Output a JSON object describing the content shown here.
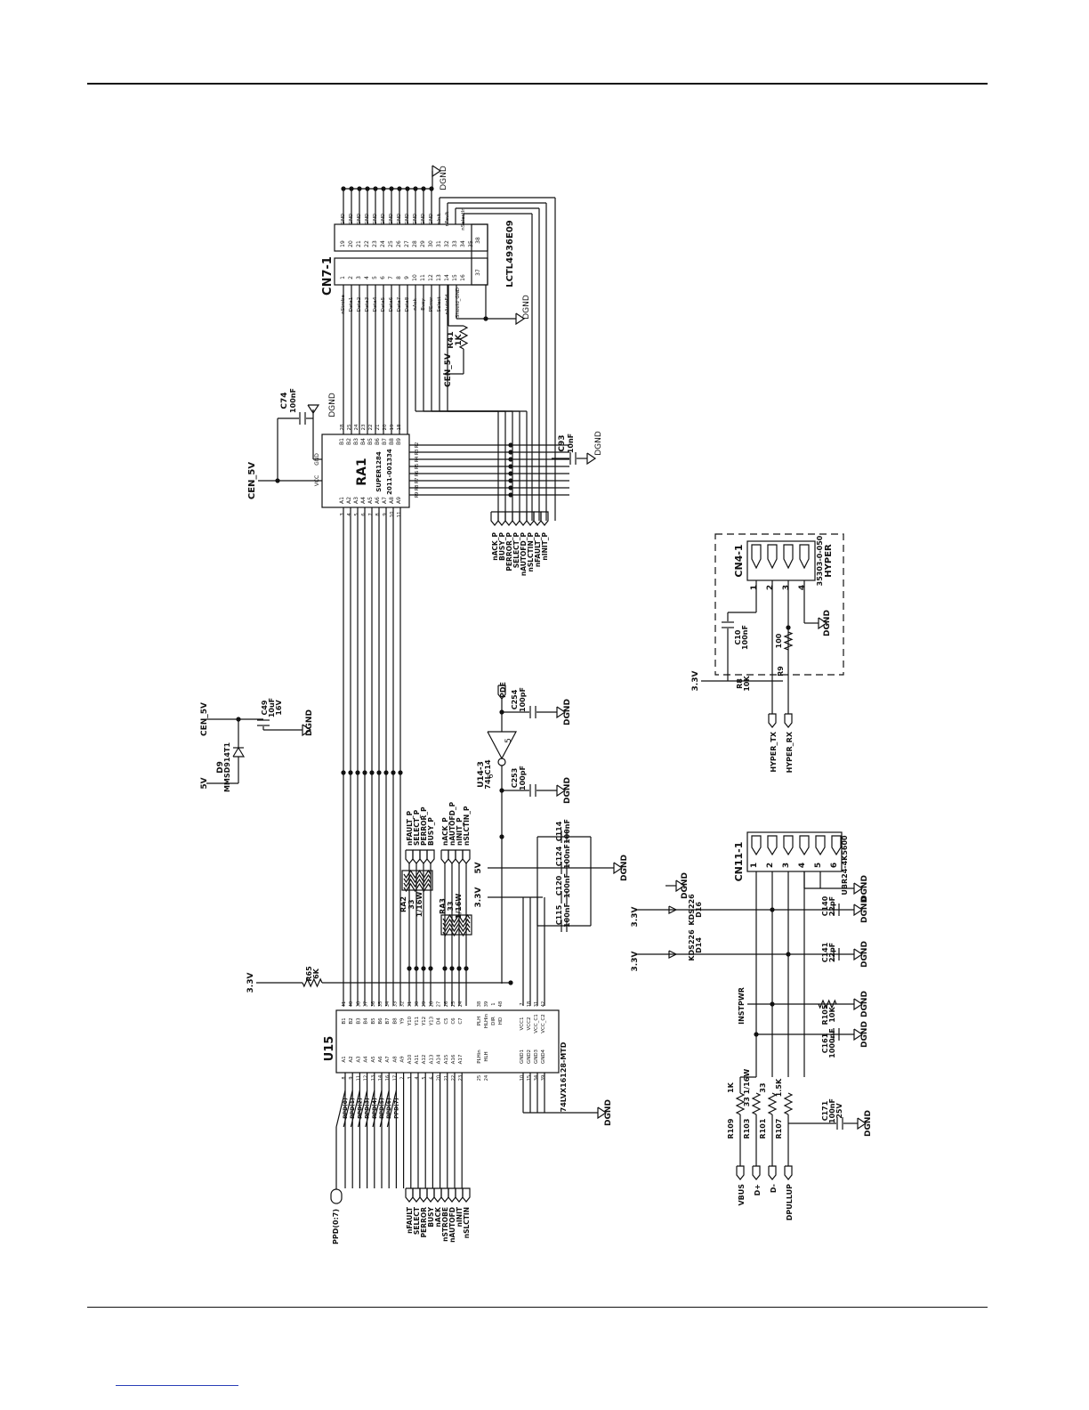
{
  "sheet": {
    "ic": {
      "u15_ref": "U15",
      "u15_part": "74LVX16128-MTD",
      "ra1_ref": "RA1",
      "ra1_part1": "SUPER1284",
      "ra1_part2": "2011-001334",
      "u14_ref": "U14-3",
      "u14_part": "74LC14",
      "u14_pin_out": "5",
      "u14_pin_in": "6"
    },
    "connectors": {
      "cn7_ref": "CN7-1",
      "cn7_part": "LCTL4936E09",
      "cn4_ref": "CN4-1",
      "cn4_part": "35303-0-050",
      "cn4_name": "HYPER",
      "cn11_ref": "CN11-1",
      "cn11_part": "UBR24-4K5600",
      "cn4_pins": [
        "1",
        "2",
        "3",
        "4"
      ],
      "cn11_pins": [
        "1",
        "2",
        "3",
        "4",
        "5",
        "6"
      ]
    },
    "power": {
      "dgnd": "DGND",
      "v5": "5V",
      "v33": "3.3V",
      "cen5v": "CEN_5V",
      "v5b": "5V",
      "v33b": "3.3V",
      "v33c": "3.3V",
      "v33d": "3.3V",
      "v33e": "3.3V",
      "pde": "PDE",
      "instpwr": "INSTPWR"
    },
    "components": {
      "c74": "C74",
      "c74_val": "100nF",
      "c49": "C49",
      "c49_val": "10uF",
      "c49_v": "16V",
      "d9": "D9",
      "d9_part": "MMSD914T1",
      "r41": "R41",
      "r41_val": "1K",
      "c93": "C93",
      "c93_val": "10nF",
      "c254": "C254",
      "c254_val": "100pF",
      "c253": "C253",
      "c253_val": "100pF",
      "r65": "R65",
      "r65_val": "6K",
      "ra2": "RA2",
      "ra2_val": "33",
      "ra2_w": "1/16W",
      "ra3": "RA3",
      "ra3_val": "33",
      "ra3_w": "1/16W",
      "c114": "C114",
      "c114_val": "100nF",
      "c124": "C124",
      "c124_val": "100nF",
      "c120": "C120",
      "c120_val": "100nF",
      "c115": "C115",
      "c115_val": "100nF",
      "c10": "C10",
      "c10_val": "100nF",
      "r86": "100",
      "r8": "R8",
      "r8_val": "10K",
      "r9": "R9",
      "d16": "D16",
      "d16_part": "KDS226",
      "d14": "D14",
      "d14_part": "KDS226",
      "c140": "C140",
      "c140_val": "22pF",
      "c141": "C141",
      "c141_val": "22pF",
      "r105": "R105",
      "r105_val": "10K",
      "c161": "C161",
      "c161_val": "1000nF",
      "r109": "R109",
      "r109_val": "1K",
      "r103": "R103",
      "r103_val": "33 1/16W",
      "r101": "R101",
      "r101_val": "33",
      "r107": "R107",
      "r107_val": "1.5K",
      "c171": "C171",
      "c171_val": "100nF",
      "c171_v": "25V"
    },
    "nets": {
      "cen5v_left": "CEN_5V",
      "cen5v_r41": "CEN_5V",
      "parport_group": [
        "nACK_P",
        "BUSY_P",
        "PERROR_P",
        "SELECT_P",
        "nAUTOFD_P",
        "nSLCTIN_P",
        "nFAULT_P",
        "nINIT_P"
      ],
      "ra2_group": [
        "nFAULT_P",
        "SELECT_P",
        "PERROR_P",
        "BUSY_P"
      ],
      "ra3_group": [
        "nACK_P",
        "nAUTOFD_P",
        "nINIT_P",
        "nSLCTIN_P"
      ],
      "ppd_bus": "PPD(0:7)",
      "ppd_bits": [
        "PPD(0)",
        "PPD(1)",
        "PPD(2)",
        "PPD(3)",
        "PPD(4)",
        "PPD(5)",
        "PPD(6)",
        "PPD(7)"
      ],
      "ctrl_group": [
        "nFAULT",
        "SELECT",
        "PERROR",
        "BUSY",
        "nACK",
        "nSTROBE",
        "nAUTOFD",
        "nINIT",
        "nSLCTIN"
      ],
      "hyper_tx": "HYPER_TX",
      "hyper_rx": "HYPER_RX",
      "vbus": "VBUS",
      "dplus": "D+",
      "dminus": "D-",
      "dpullup": "DPULLUP"
    },
    "cn7": {
      "left_pins": [
        "1",
        "2",
        "3",
        "4",
        "5",
        "6",
        "7",
        "8",
        "9",
        "10",
        "11",
        "12",
        "13",
        "14",
        "15",
        "16"
      ],
      "left_labels": [
        "nStrobe",
        "Data1",
        "Data2",
        "Data3",
        "Data4",
        "Data5",
        "Data6",
        "Data7",
        "Data8",
        "nAck",
        "Busy",
        "PError",
        "Select",
        "nAutoFd",
        "",
        ""
      ],
      "right_pins": [
        "19",
        "20",
        "21",
        "22",
        "23",
        "24",
        "25",
        "26",
        "27",
        "28",
        "29",
        "30",
        "31",
        "32",
        "33",
        "34",
        "35",
        "36"
      ],
      "right_labels": [
        "GND",
        "GND",
        "GND",
        "GND",
        "GND",
        "GND",
        "GND",
        "GND",
        "GND",
        "GND",
        "GND",
        "GND",
        "nInit",
        "nFault",
        "",
        "nSelectIn",
        "",
        ""
      ],
      "shield": "Sheeld_GND",
      "extra_pins": [
        "37",
        "38"
      ]
    },
    "ra1": {
      "b_pins": [
        "B1",
        "B2",
        "B3",
        "B4",
        "B5",
        "B6",
        "B7",
        "B8",
        "B9"
      ],
      "b_nums": [
        "28",
        "25",
        "24",
        "23",
        "22",
        "21",
        "20",
        "19",
        "18"
      ],
      "a_pins": [
        "A1",
        "A2",
        "A3",
        "A4",
        "A5",
        "A6",
        "A7",
        "A8",
        "A9"
      ],
      "a_nums": [
        "3",
        "4",
        "5",
        "6",
        "7",
        "8",
        "9",
        "10",
        "11"
      ],
      "left_pins": [
        "VCC",
        "GND"
      ],
      "right_pins": [
        "R2",
        "R3",
        "R4",
        "R5",
        "R6",
        "R7",
        "R8",
        "R9"
      ]
    },
    "u15": {
      "b_side": [
        "B1",
        "B2",
        "B3",
        "B4",
        "B5",
        "B6",
        "B7",
        "B8",
        "Y9",
        "Y10",
        "Y11",
        "Y12",
        "Y13",
        "D4",
        "C5",
        "C6",
        "C7"
      ],
      "b_nums": [
        "41",
        "40",
        "38",
        "37",
        "36",
        "35",
        "34",
        "33",
        "32",
        "31",
        "30",
        "29",
        "28",
        "27",
        "26",
        "25",
        "24"
      ],
      "a_side": [
        "A1",
        "A2",
        "A3",
        "A4",
        "A5",
        "A6",
        "A7",
        "A8",
        "A9",
        "A10",
        "A11",
        "A12",
        "A13",
        "A14",
        "A15",
        "A16",
        "A17"
      ],
      "a_nums": [
        "8",
        "9",
        "11",
        "12",
        "13",
        "14",
        "16",
        "17",
        "2",
        "3",
        "4",
        "5",
        "6",
        "20",
        "21",
        "22",
        "23"
      ],
      "ctrl_b": [
        "PLH",
        "HLHin",
        "DIR",
        "HD"
      ],
      "ctrl_b_nums": [
        "38",
        "39",
        "1",
        "48"
      ],
      "vcc": [
        "VCC1",
        "VCC2",
        "VCC_C1",
        "VCC_C2"
      ],
      "vcc_nums": [
        "7",
        "18",
        "31",
        "42"
      ],
      "ctrl_a": [
        "PLHin",
        "HLH"
      ],
      "ctrl_a_nums": [
        "25",
        "24"
      ],
      "gnd": [
        "GND1",
        "GND2",
        "GND3",
        "GND4"
      ],
      "gnd_nums": [
        "10",
        "15",
        "34",
        "39"
      ]
    }
  }
}
